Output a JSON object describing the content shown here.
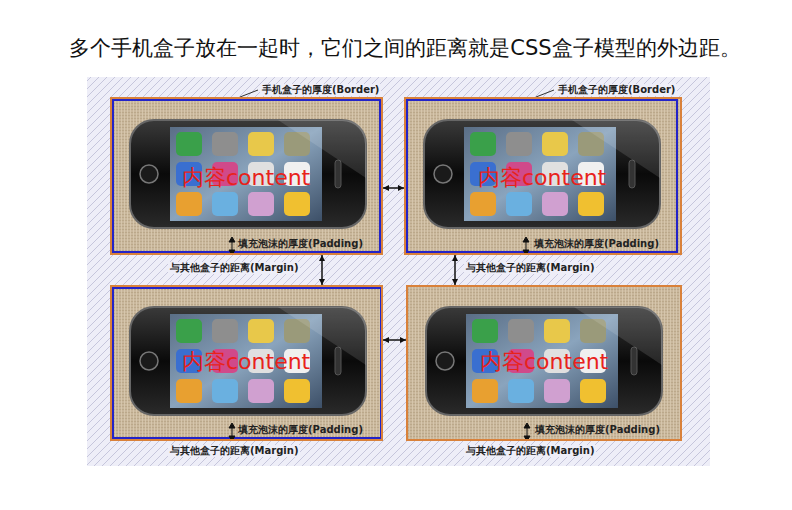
{
  "diagram": {
    "title": "多个手机盒子放在一起时，它们之间的距离就是CSS盒子模型的外边距。",
    "nodes": [
      {
        "text": [
          "内容content",
          "填充泡沫的厚度(Padding)"
        ]
      },
      {
        "text": [
          "内容content",
          "填充泡沫的厚度(Padding)"
        ]
      },
      {
        "text": [
          "内容content",
          "填充泡沫的厚度(Padding)"
        ]
      },
      {
        "text": [
          "内容content",
          "填充泡沫的厚度(Padding)"
        ]
      }
    ],
    "edges": [
      {
        "from": 0,
        "to": 1,
        "arrow": "both"
      },
      {
        "from": 0,
        "to": 2,
        "arrow": "both"
      },
      {
        "from": 1,
        "to": 3,
        "arrow": "both"
      },
      {
        "from": 2,
        "to": 3,
        "arrow": "both"
      }
    ],
    "labels": [
      "手机盒子的厚度(Border)",
      "手机盒子的厚度(Border)",
      "与其他盒子的距离(Margin)",
      "与其他盒子的距离(Margin)",
      "与其他盒子的距离(Margin)",
      "与其他盒子的距离(Margin)"
    ]
  }
}
